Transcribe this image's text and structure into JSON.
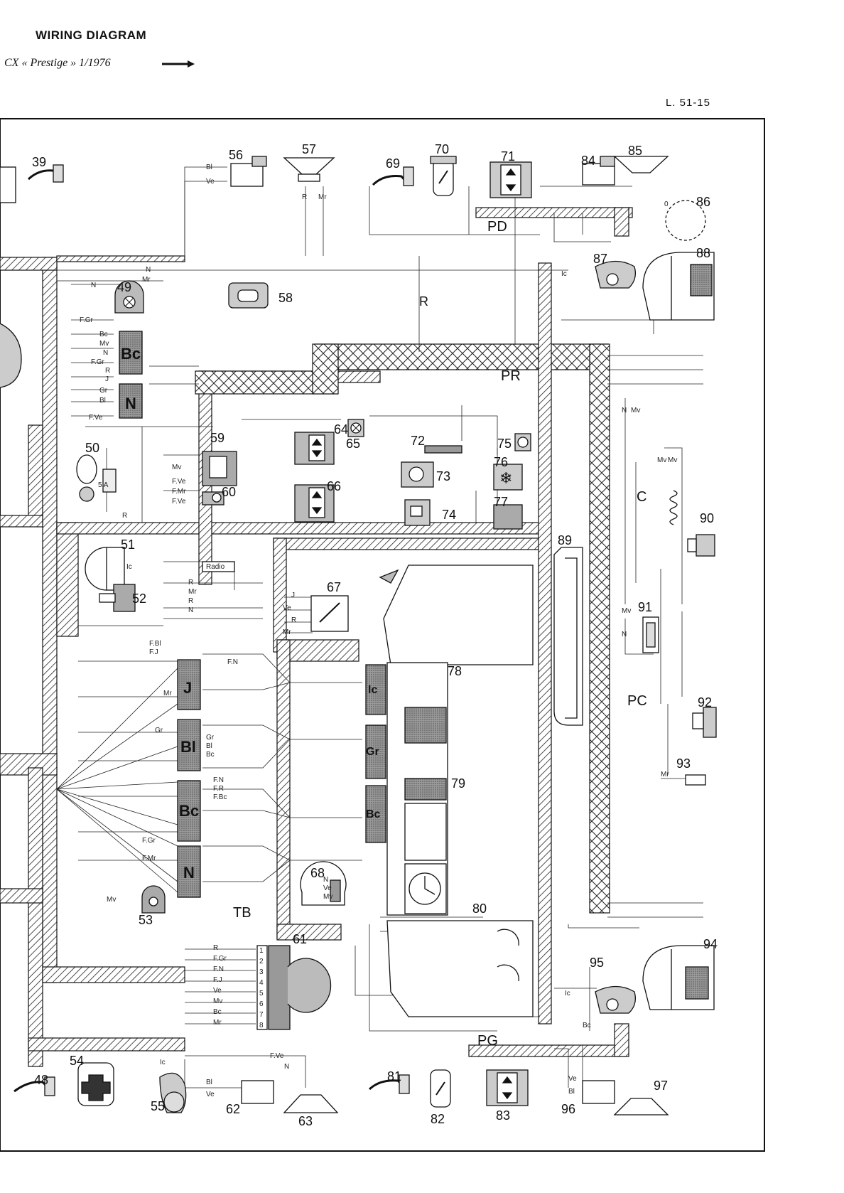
{
  "header": {
    "title": "WIRING DIAGRAM",
    "subtitle": "CX « Prestige »  1/1976",
    "page_ref": "L. 51-15"
  },
  "components": {
    "c39": "39",
    "c48": "48",
    "c49": "49",
    "c50": "50",
    "c51": "51",
    "c52": "52",
    "c53": "53",
    "c54": "54",
    "c55": "55",
    "c56": "56",
    "c57": "57",
    "c58": "58",
    "c59": "59",
    "c60": "60",
    "c61": "61",
    "c62": "62",
    "c63": "63",
    "c64": "64",
    "c65": "65",
    "c66": "66",
    "c67": "67",
    "c68": "68",
    "c69": "69",
    "c70": "70",
    "c71": "71",
    "c72": "72",
    "c73": "73",
    "c74": "74",
    "c75": "75",
    "c76": "76",
    "c77": "77",
    "c78": "78",
    "c79": "79",
    "c80": "80",
    "c81": "81",
    "c82": "82",
    "c83": "83",
    "c84": "84",
    "c85": "85",
    "c86": "86",
    "c87": "87",
    "c88": "88",
    "c89": "89",
    "c90": "90",
    "c91": "91",
    "c92": "92",
    "c93": "93",
    "c94": "94",
    "c95": "95",
    "c96": "96",
    "c97": "97"
  },
  "harness_labels": {
    "pd": "PD",
    "pr": "PR",
    "pg": "PG",
    "pc": "PC",
    "tb": "TB",
    "c": "C",
    "r": "R"
  },
  "connector_blocks": {
    "bc_upper": "Bc",
    "n_upper": "N",
    "j": "J",
    "bl": "Bl",
    "bc_lower": "Bc",
    "n_lower": "N",
    "lc": "lc",
    "gr": "Gr",
    "bc_dash": "Bc"
  },
  "wire_codes": {
    "bl": "Bl",
    "ve": "Ve",
    "mr": "Mr",
    "n": "N",
    "r": "R",
    "j": "J",
    "mv": "Mv",
    "bc": "Bc",
    "gr": "Gr",
    "ic": "Ic",
    "f_gr": "F.Gr",
    "f_n": "F.N",
    "f_ve": "F.Ve",
    "f_mr": "F.Mr",
    "f_j": "F.J",
    "f_bl": "F.Bl",
    "f_r": "F.R",
    "f_bc": "F.Bc",
    "radio": "Radio",
    "sa": "5 A",
    "zero": "0"
  },
  "pin_numbers": [
    "1",
    "2",
    "3",
    "4",
    "5",
    "6",
    "7",
    "8"
  ]
}
